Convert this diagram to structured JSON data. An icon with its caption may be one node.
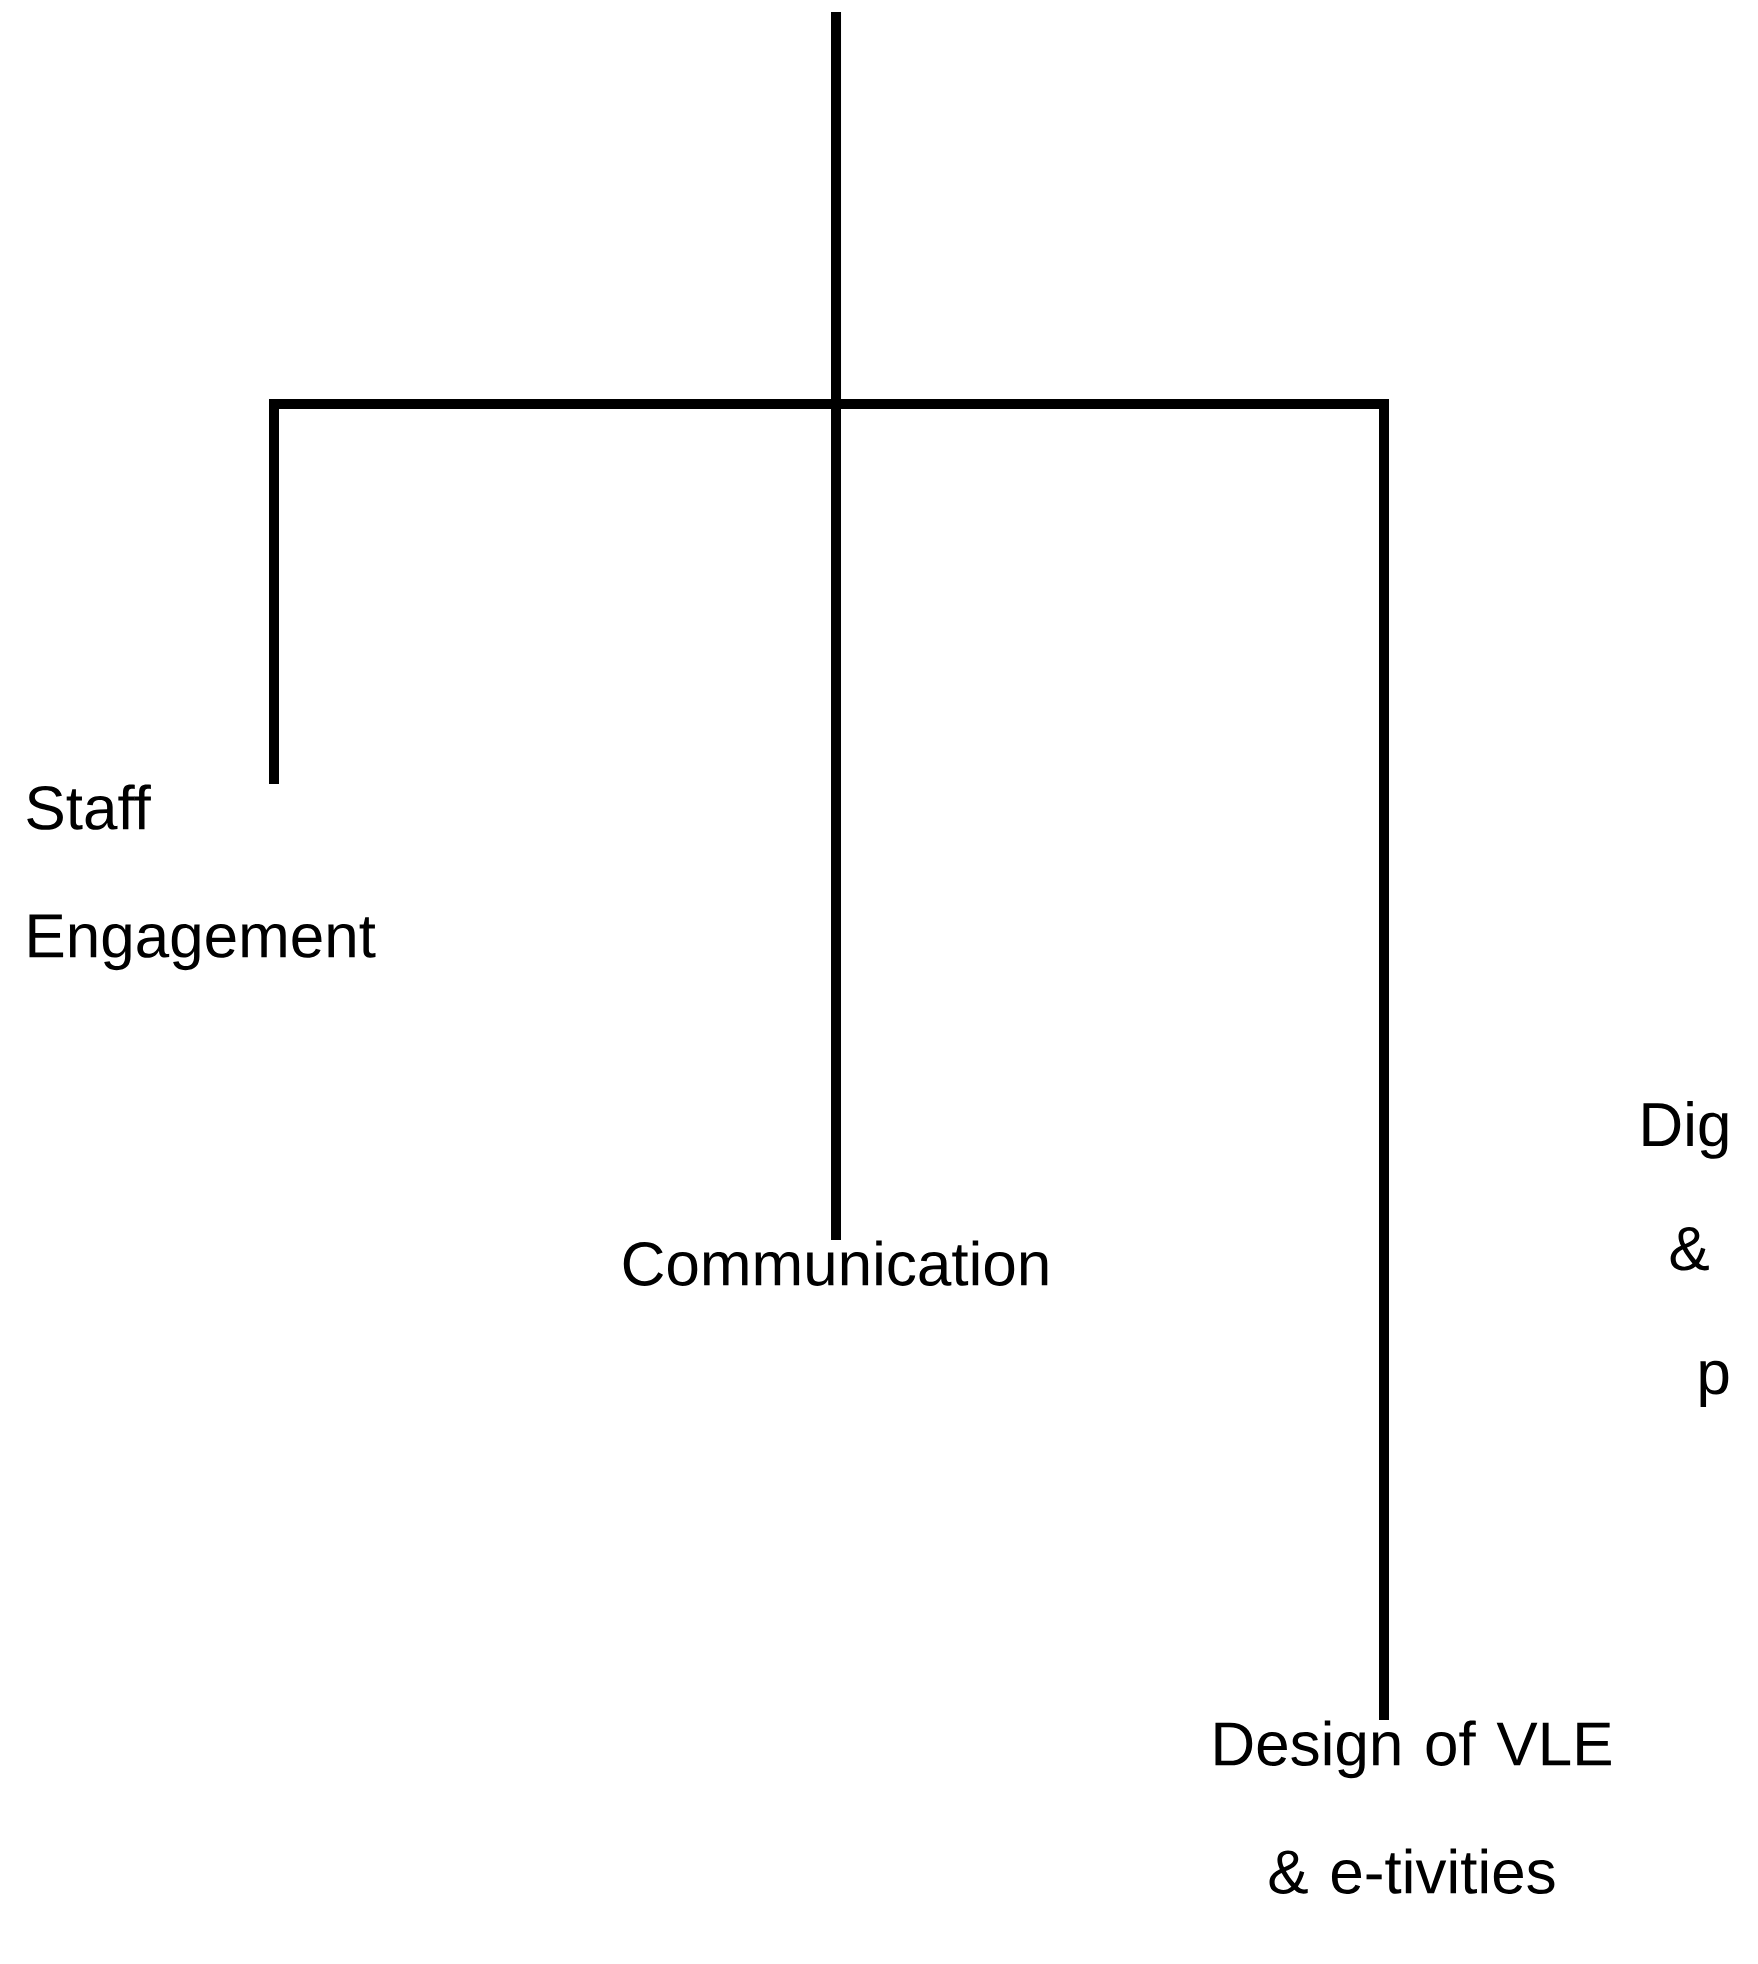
{
  "diagram": {
    "nodes": [
      {
        "text": [
          "Staff Engagement"
        ]
      },
      {
        "text": [
          "Communication"
        ]
      },
      {
        "text": [
          "Design of VLE & e-tivities"
        ]
      }
    ],
    "edges": [
      {
        "from": null,
        "to": 0,
        "arrow": "none"
      },
      {
        "from": null,
        "to": 1,
        "arrow": "none"
      },
      {
        "from": null,
        "to": 2,
        "arrow": "none"
      }
    ],
    "labels": [
      "Dig",
      "&",
      "p"
    ]
  }
}
